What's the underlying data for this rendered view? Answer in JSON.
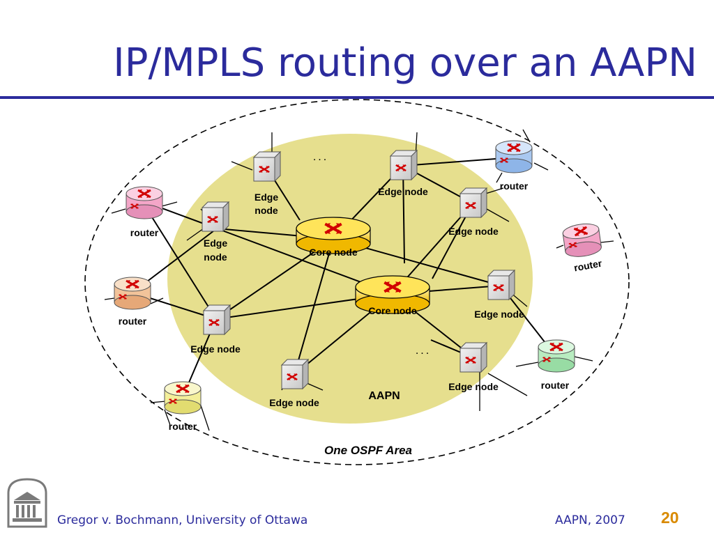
{
  "title": "IP/MPLS routing over an AAPN",
  "diagram": {
    "area_label": "One OSPF Area",
    "network_label": "AAPN",
    "ellipsis": "...",
    "core_label": "Core node",
    "edge_label": "Edge node",
    "edge_label_line1": "Edge",
    "edge_label_line2": "node",
    "router_label": "router",
    "colors": {
      "network_fill": "#e6df8e",
      "link": "#000000",
      "router_pink": "#f4a6c8",
      "router_blue": "#a9c8f0",
      "router_orange": "#f2c39a",
      "router_yellow": "#f3ef9a",
      "router_green": "#b8ecc0",
      "core": "#f5c000",
      "arrow": "#d10000"
    }
  },
  "footer": {
    "author": "Gregor v. Bochmann, University of Ottawa",
    "event": "AAPN, 2007",
    "page": "20"
  }
}
